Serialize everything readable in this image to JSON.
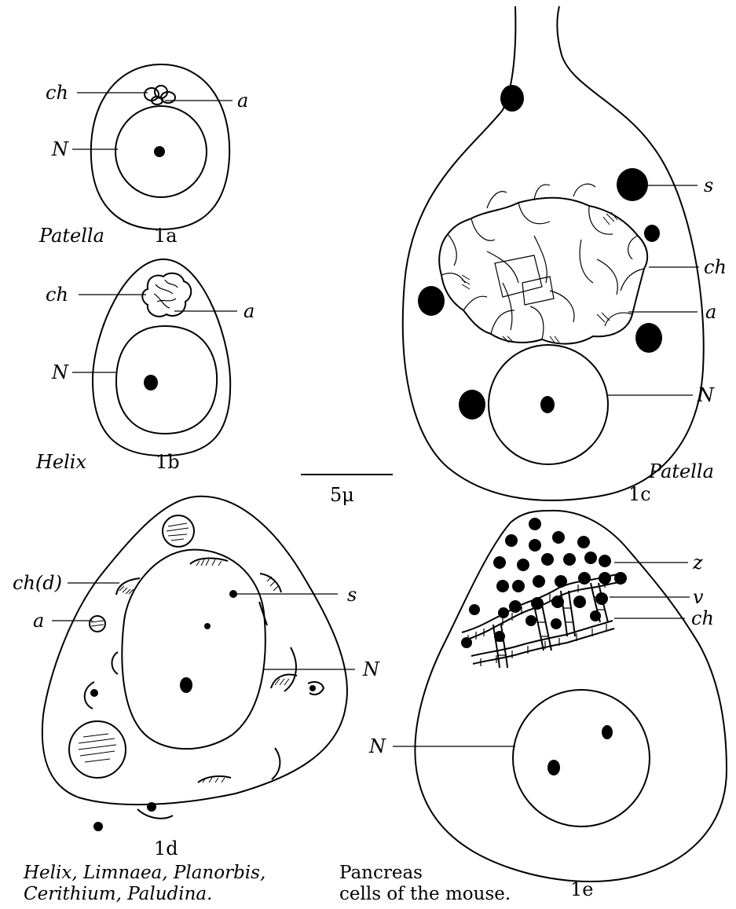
{
  "figures": {
    "f1a": {
      "number": "1a",
      "species": "Patella",
      "labels": {
        "ch": "ch",
        "a": "a",
        "N": "N"
      }
    },
    "f1b": {
      "number": "1b",
      "species": "Helix",
      "labels": {
        "ch": "ch",
        "a": "a",
        "N": "N"
      }
    },
    "f1c": {
      "number": "1c",
      "species": "Patella",
      "labels": {
        "s": "s",
        "ch": "ch",
        "a": "a",
        "N": "N"
      }
    },
    "f1d": {
      "number": "1d",
      "labels": {
        "chd": "ch(d)",
        "s": "s",
        "a": "a",
        "N": "N"
      },
      "caption_line1": "Helix, Limnaea, Planorbis,",
      "caption_line2": "Cerithium, Paludina."
    },
    "f1e": {
      "number": "1e",
      "labels": {
        "z": "z",
        "v": "v",
        "ch": "ch",
        "N": "N"
      },
      "caption_line1": "Pancreas",
      "caption_line2": "cells of the mouse."
    }
  },
  "scale_bar": {
    "label": "5μ"
  }
}
